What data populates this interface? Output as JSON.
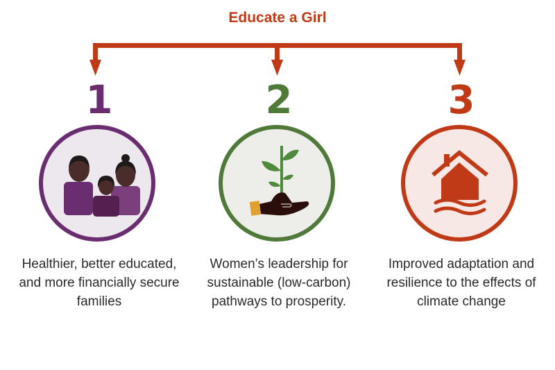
{
  "title": "Educate a Girl",
  "colors": {
    "accent": "#c03a17",
    "purple": "#6a2d70",
    "green": "#4f7a3a",
    "red": "#c03a17"
  },
  "items": [
    {
      "number": "1",
      "icon": "family-icon",
      "color": "#6a2d70",
      "description": "Healthier, better educated, and more financially secure families"
    },
    {
      "number": "2",
      "icon": "plant-in-hand-icon",
      "color": "#4f7a3a",
      "description": "Women’s leadership for sustainable (low-carbon) pathways to prosperity."
    },
    {
      "number": "3",
      "icon": "flooded-house-icon",
      "color": "#c03a17",
      "description": "Improved adaptation and resilience to the effects of climate change"
    }
  ]
}
